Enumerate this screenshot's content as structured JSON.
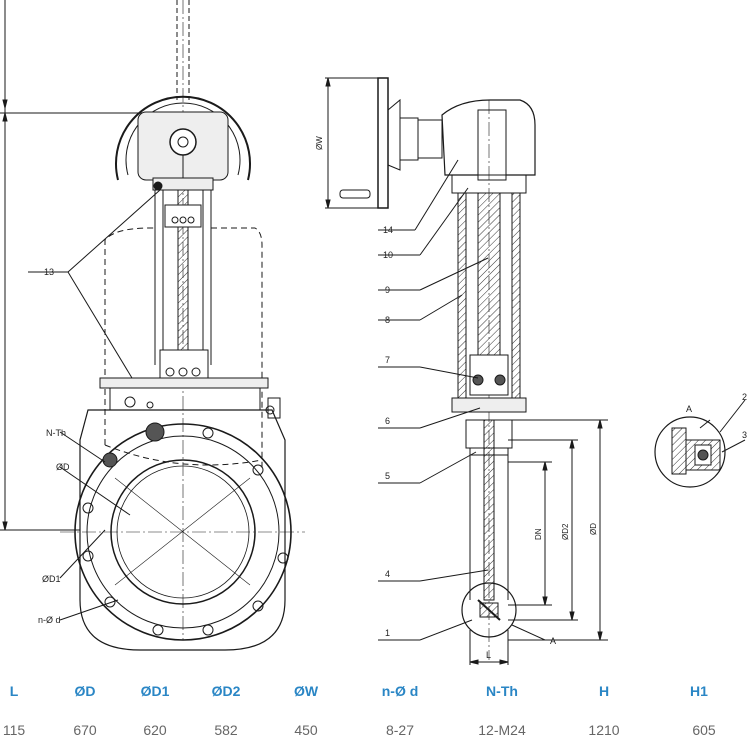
{
  "drawing": {
    "callouts_front": {
      "n_th": "N-Th",
      "od": "ØD",
      "od1": "ØD1",
      "n_od": "n-Ø d",
      "part_13": "13"
    },
    "callouts_side": [
      "14",
      "10",
      "9",
      "8",
      "7",
      "6",
      "5",
      "4",
      "1"
    ],
    "dims_side": {
      "ow": "ØW",
      "dn": "DN",
      "od2": "ØD2",
      "od": "ØD",
      "l": "L",
      "a": "A"
    },
    "detail": {
      "a": "A",
      "p2": "2",
      "p3": "3"
    }
  },
  "table": {
    "headers": [
      "L",
      "ØD",
      "ØD1",
      "ØD2",
      "ØW",
      "n-Ø d",
      "N-Th",
      "H",
      "H1"
    ],
    "values": [
      "115",
      "670",
      "620",
      "582",
      "450",
      "8-27",
      "12-M24",
      "1210",
      "605"
    ]
  },
  "colors": {
    "header": "#2a86c5",
    "value": "#666666",
    "line": "#1a1a1a"
  }
}
